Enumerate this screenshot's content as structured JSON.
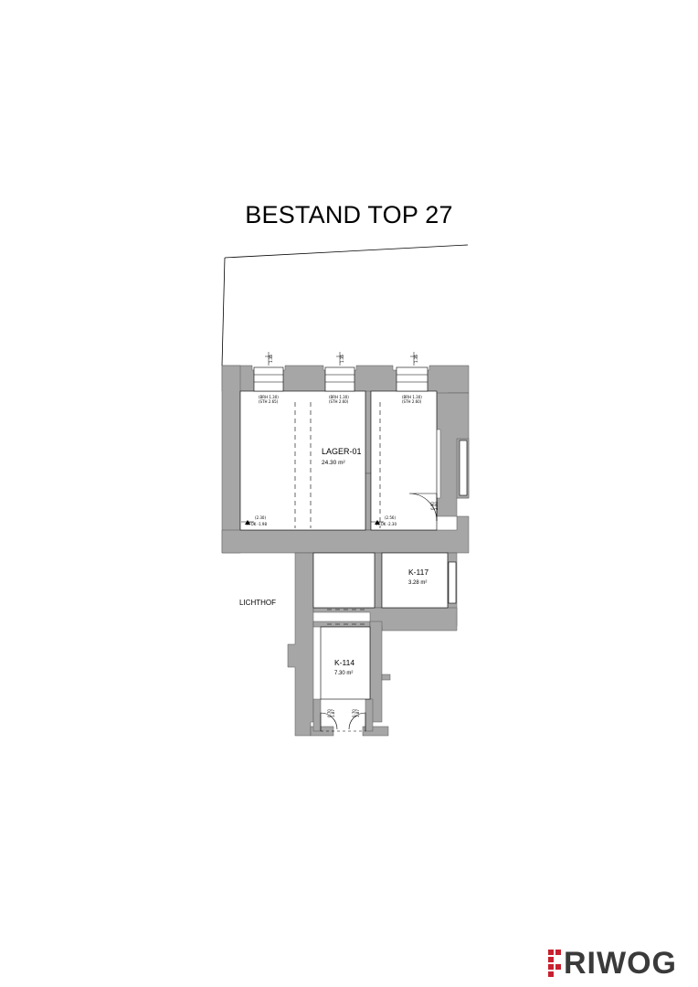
{
  "title": "BESTAND TOP 27",
  "rooms": [
    {
      "name": "LAGER-01",
      "area": "24.30 m²"
    },
    {
      "name": "K-117",
      "area": "3.28 m²"
    },
    {
      "name": "K-114",
      "area": "7.30 m²"
    }
  ],
  "lichthof": "LICHTHOF",
  "windows": [
    {
      "brh": "(BRH 1.30)",
      "stl": "(STH 2.65)",
      "dim": "1.35"
    },
    {
      "brh": "(BRH 1.30)",
      "stl": "(STH 2.60)",
      "dim": "1.35"
    },
    {
      "brh": "(BRH 1.30)",
      "stl": "(STH 2.60)",
      "dim": "1.35"
    }
  ],
  "levels": [
    {
      "a": "(2.30)",
      "b": "FFOK -1.98"
    },
    {
      "a": "(2.56)",
      "b": "FFOK -2.30"
    }
  ],
  "door_dims": [
    {
      "w": "0.90",
      "h": "2.00"
    },
    {
      "w": "0.70",
      "h": "1.87"
    },
    {
      "w": "0.70",
      "h": "1.87"
    }
  ],
  "logo": {
    "text": "RIWOG",
    "accent": "#c8202f",
    "color": "#3a3a3a"
  },
  "colors": {
    "wall": "#a6a6a6",
    "line": "#000000"
  }
}
